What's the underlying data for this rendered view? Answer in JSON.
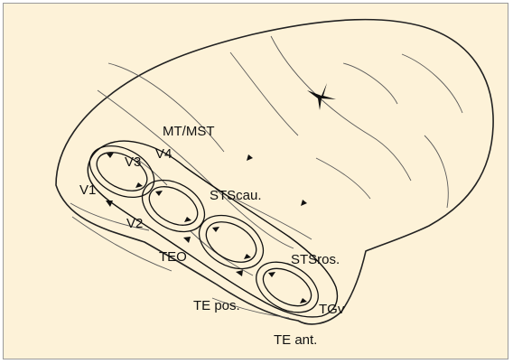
{
  "colors": {
    "background": "#fdf2d8",
    "brain_fill": "#fdf2d8",
    "outline": "#222222",
    "sulcus": "#5b5b5b"
  },
  "labels": {
    "v3": "V3",
    "mt_mst": "MT/MST",
    "v4": "V4",
    "v1": "V1",
    "sts_cau": "STScau.",
    "v2": "V2",
    "teo": "TEO",
    "sts_ros": "STSros.",
    "te_pos": "TE pos.",
    "tgv": "TGv",
    "te_ant": "TE ant."
  }
}
